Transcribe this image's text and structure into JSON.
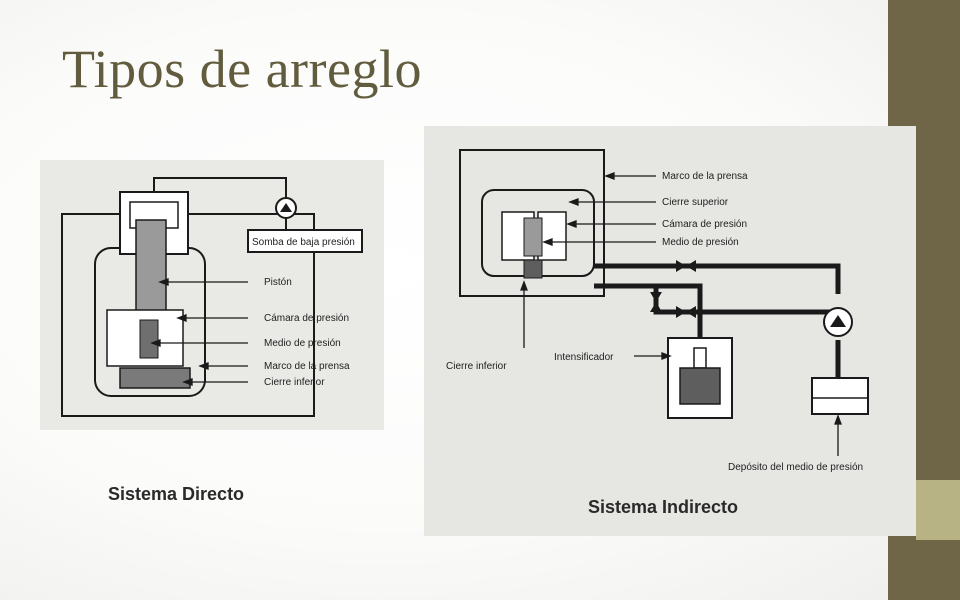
{
  "slide": {
    "title": "Tipos de arreglo"
  },
  "direct_system": {
    "caption": "Sistema Directo",
    "labels": {
      "pump": "Somba de baja presión",
      "piston": "Pistón",
      "chamber": "Cámara de presión",
      "medium": "Medio de presión",
      "frame": "Marco de la prensa",
      "lower_closure": "Cierre inferior"
    }
  },
  "indirect_system": {
    "caption": "Sistema Indirecto",
    "labels": {
      "frame": "Marco de la prensa",
      "upper_closure": "Cierre superior",
      "chamber": "Cámara de presión",
      "medium": "Medio de presión",
      "lower_closure": "Cierre inferior",
      "intensifier": "Intensificador",
      "reservoir": "Depósito del medio de presión"
    }
  },
  "colors": {
    "title": "#625c3e",
    "accent_dark": "#6e6646",
    "accent_light": "#b8b384"
  }
}
